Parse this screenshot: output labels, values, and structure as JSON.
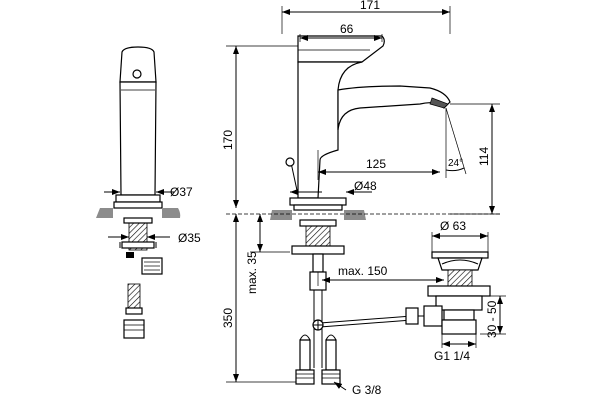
{
  "dimensions": {
    "total_width": "171",
    "handle_length": "66",
    "overall_height": "170",
    "spout_reach": "125",
    "spout_height": "114",
    "spout_angle": "24°",
    "side_body_diameter": "Ø37",
    "base_diameter": "Ø48",
    "shank_diameter": "Ø35",
    "waste_diameter": "Ø 63",
    "max_depth": "max. 35",
    "max_reach": "max. 150",
    "supply_length": "350",
    "waste_adjust": "30 - 50",
    "waste_thread": "G1 1/4",
    "supply_thread": "G 3/8"
  }
}
